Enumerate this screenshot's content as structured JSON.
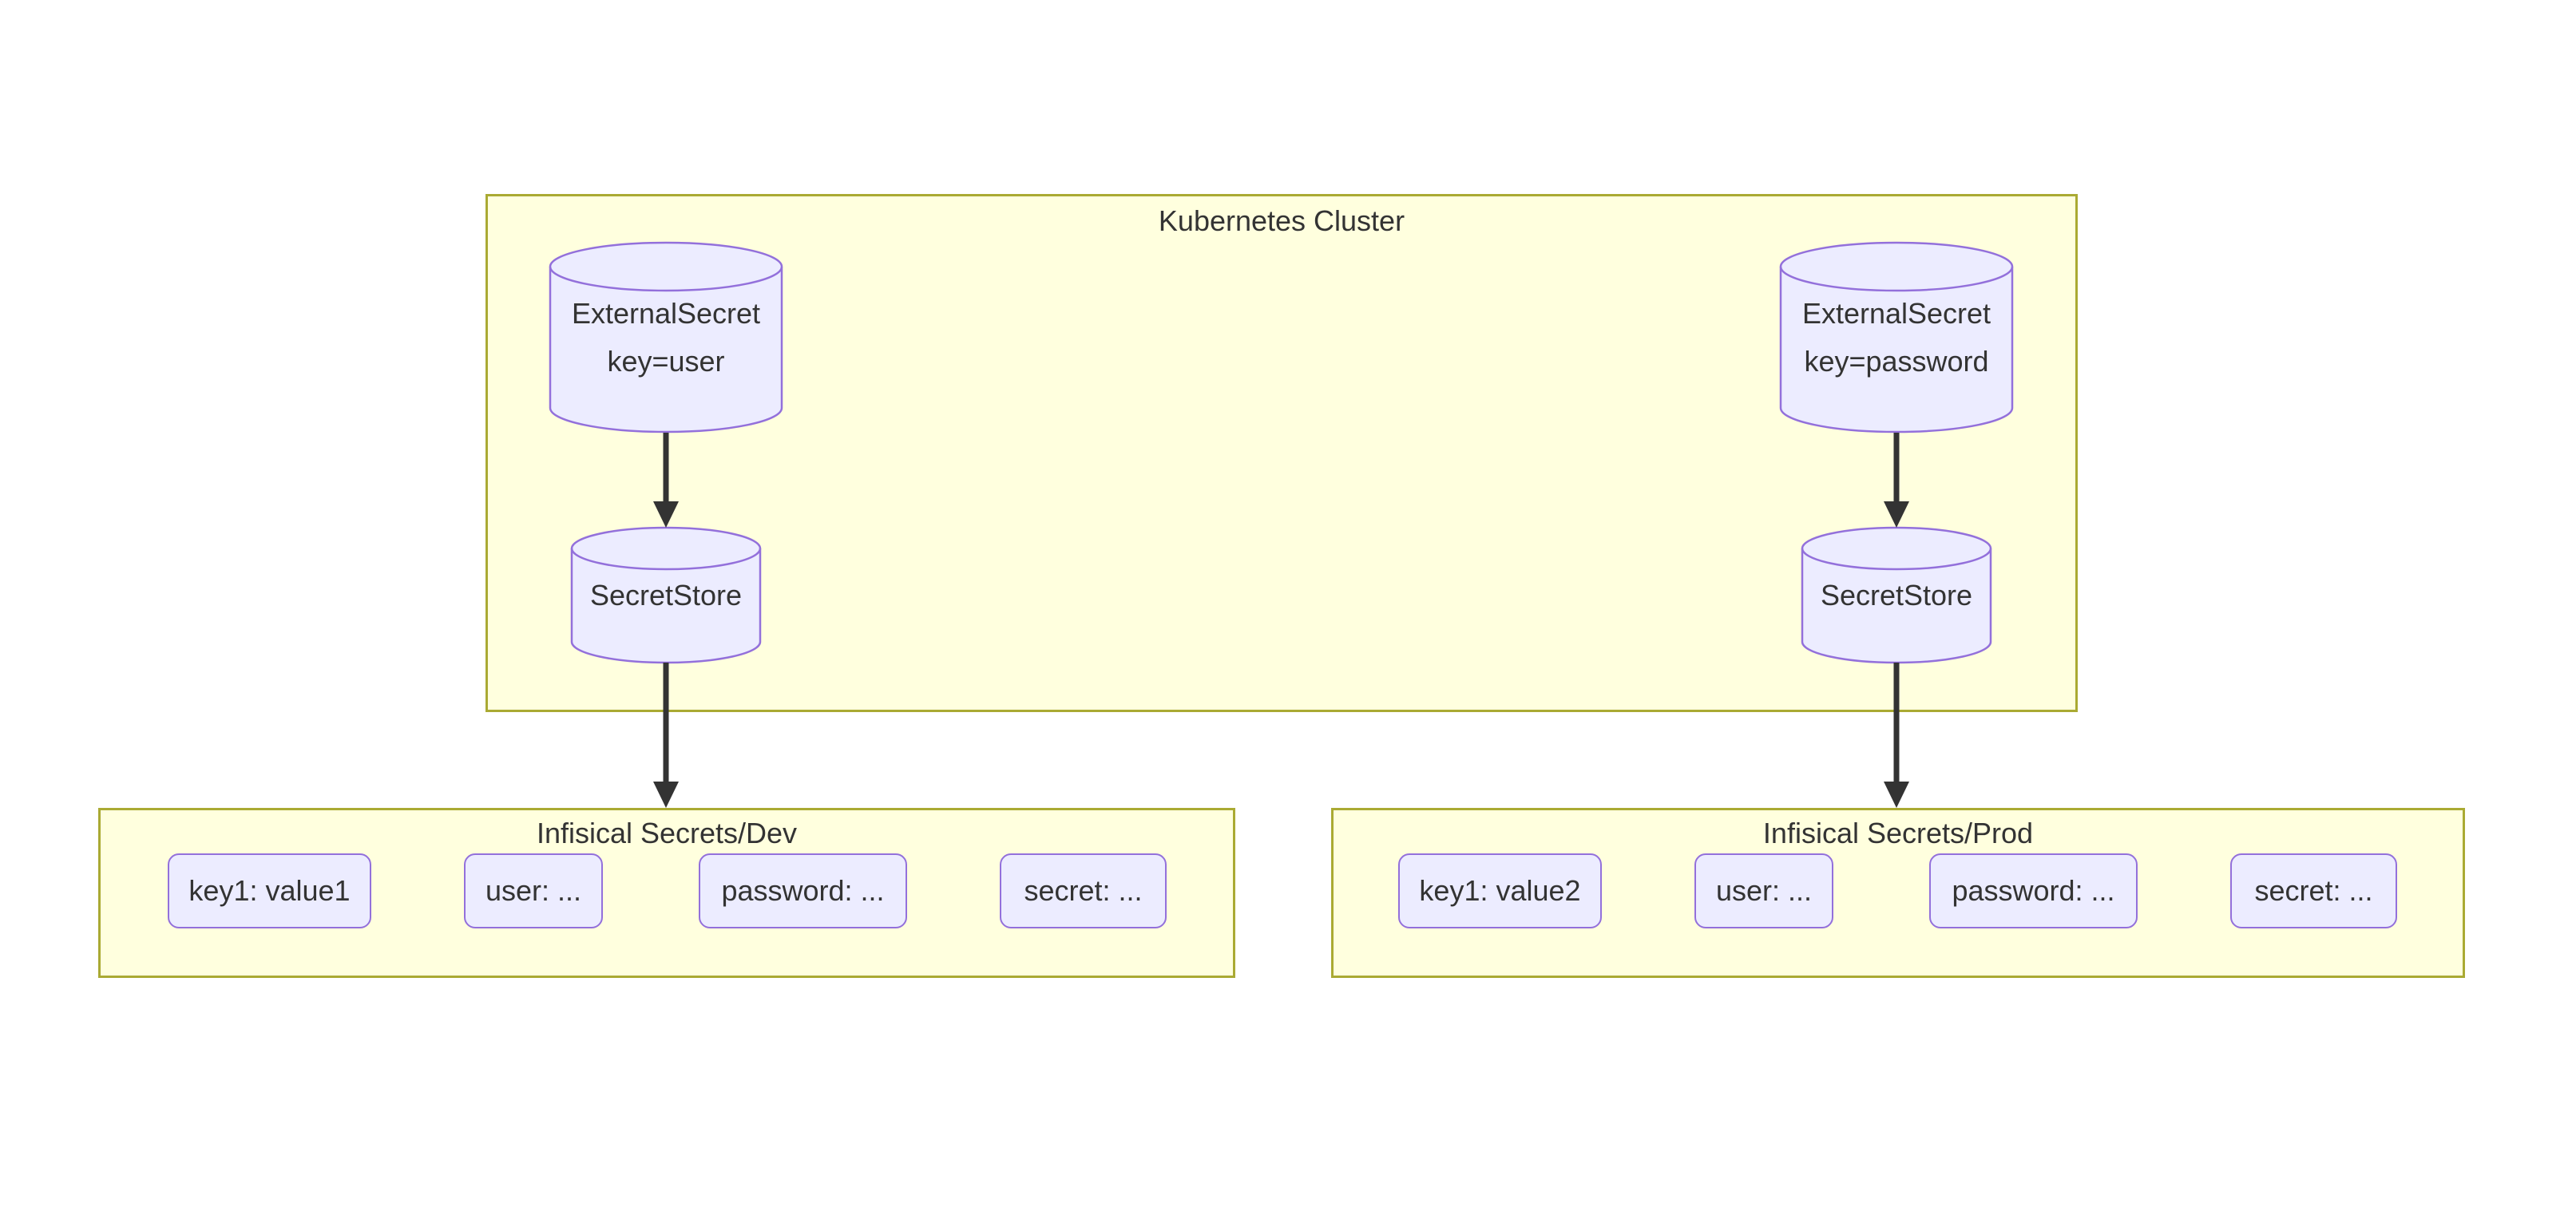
{
  "colors": {
    "canvas_bg": "#ffffff",
    "subgraph_fill": "#ffffde",
    "subgraph_stroke": "#aaaa33",
    "node_fill": "#ececff",
    "node_stroke": "#9370db",
    "text": "#333333",
    "edge": "#333333"
  },
  "cluster": {
    "title": "Kubernetes Cluster",
    "es_user": {
      "line1": "ExternalSecret",
      "line2": "key=user"
    },
    "es_password": {
      "line1": "ExternalSecret",
      "line2": "key=password"
    },
    "ss_left": {
      "label": "SecretStore"
    },
    "ss_right": {
      "label": "SecretStore"
    }
  },
  "dev": {
    "title": "Infisical Secrets/Dev",
    "items": [
      "key1: value1",
      "user: ...",
      "password: ...",
      "secret: ..."
    ]
  },
  "prod": {
    "title": "Infisical Secrets/Prod",
    "items": [
      "key1: value2",
      "user: ...",
      "password: ...",
      "secret: ..."
    ]
  }
}
